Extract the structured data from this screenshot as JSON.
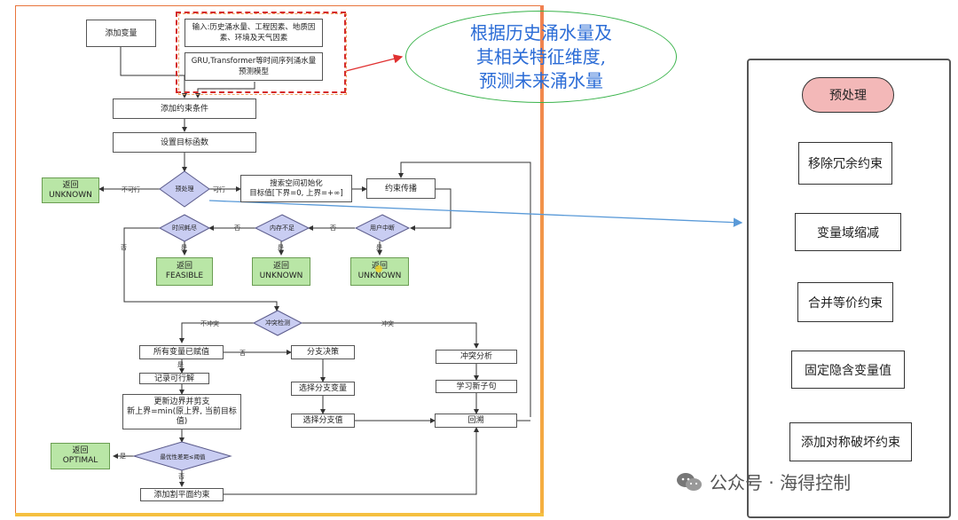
{
  "flow": {
    "add_var": "添加变量",
    "input_text": "输入:历史涌水量、工程因素、地质因素、环境及天气因素",
    "model_text": "GRU,Transformer等时间序列涌水量预测模型",
    "add_constraint": "添加约束条件",
    "set_objective": "设置目标函数",
    "preprocess": "预处理",
    "infeasible": "不可行",
    "feasible": "可行",
    "return_unknown_1": "返回\nUNKNOWN",
    "search_init": "搜索空间初始化\n目标值[下界=0, 上界=+∞]",
    "propagate": "约束传播",
    "time_out": "时间耗尽",
    "mem_short": "内存不足",
    "user_interrupt": "用户中断",
    "no": "否",
    "yes": "是",
    "return_feasible": "返回\nFEASIBLE",
    "return_unknown_2": "返回\nUNKNOWN",
    "return_unknown_3": "返回\nUNKNOWN",
    "conflict_check": "冲突检测",
    "no_conflict": "不冲突",
    "conflict": "冲突",
    "all_assigned": "所有变量已赋值",
    "branch_decision": "分支决策",
    "conflict_analysis": "冲突分析",
    "record_solution": "记录可行解",
    "choose_var": "选择分支变量",
    "learn_clause": "学习新子句",
    "update_bound": "更新边界并剪支\n新上界=min(原上界, 当前目标值)",
    "choose_val": "选择分支值",
    "backtrack": "回溯",
    "optimal_gap": "最优性差距≤阈值",
    "return_optimal": "返回\nOPTIMAL",
    "add_cut": "添加割平面约束"
  },
  "callout": "根据历史涌水量及\n其相关特征维度,\n预测未来涌水量",
  "right_panel": {
    "title": "预处理",
    "items": [
      "移除冗余约束",
      "变量域缩减",
      "合并等价约束",
      "固定隐含变量值",
      "添加对称破坏约束"
    ]
  },
  "watermark": "公众号 · 海得控制",
  "colors": {
    "green_box": "#b9e6a6",
    "diamond": "#c9cdf2",
    "callout_text": "#2b6cd6",
    "prep_pill": "#f3b8b8",
    "arrow_red": "#e03030",
    "arrow_blue": "#5a9ad8"
  }
}
